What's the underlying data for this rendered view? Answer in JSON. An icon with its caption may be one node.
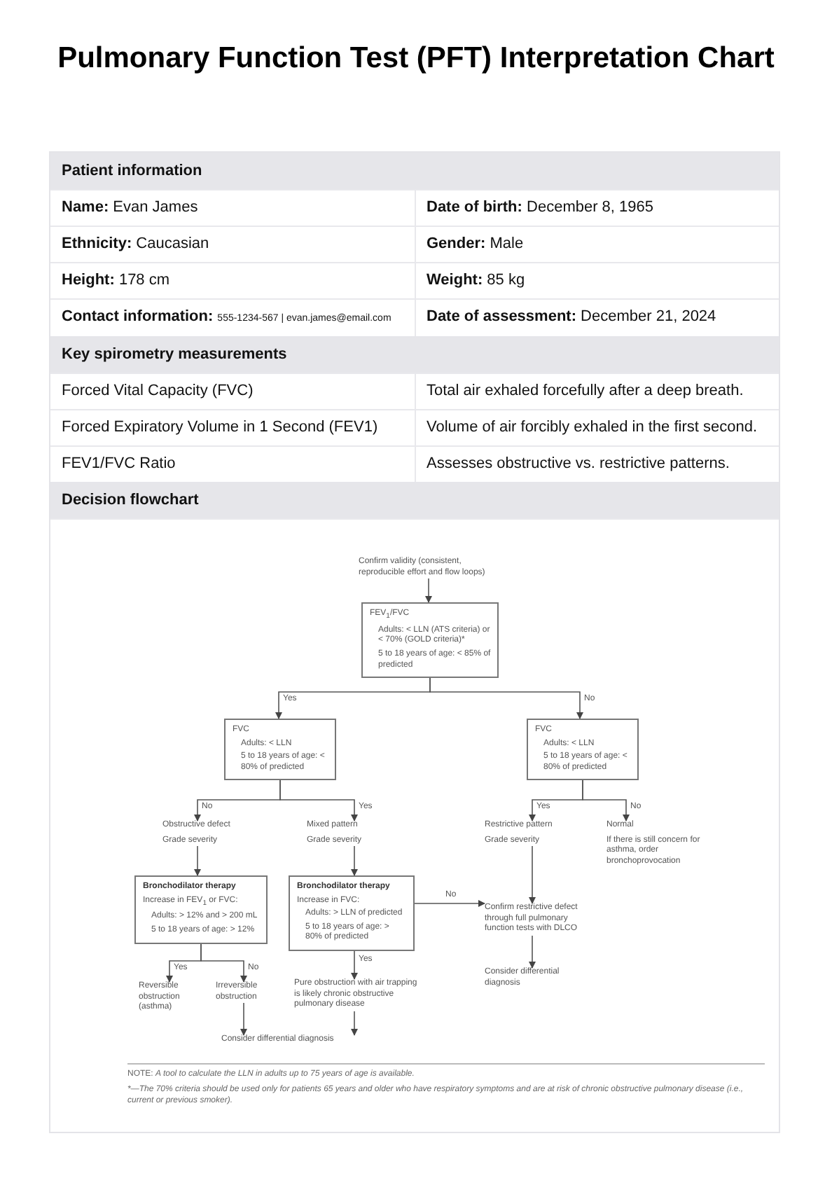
{
  "diagram": {
    "title": "Pulmonary Function Test (PFT) Interpretation Chart",
    "nodes": [
      {
        "text": [
          "Confirm validity (consistent, reproducible effort and flow loops)"
        ]
      },
      {
        "text": [
          "FEV$_{1}$/FVC",
          "Adults: < LLN (ATS criteria) or < 70% (GOLD criteria)*",
          "5 to 18 years of age: < 85% of predicted"
        ]
      },
      {
        "text": [
          "FVC",
          "Adults: < LLN",
          "5 to 18 years of age: < 80% of predicted"
        ]
      },
      {
        "text": [
          "FVC",
          "Adults: < LLN",
          "5 to 18 years of age: < 80% of predicted"
        ]
      },
      {
        "text": [
          "Obstructive defect",
          "Grade severity"
        ]
      },
      {
        "text": [
          "Mixed pattern",
          "Grade severity"
        ]
      },
      {
        "text": [
          "Restrictive pattern",
          "Grade severity"
        ]
      },
      {
        "text": [
          "Normal",
          "If there is still concern for asthma, order bronchoprovocation"
        ]
      },
      {
        "text": [
          "Bronchodilator therapy",
          "Increase in FEV$_{1}$ or FVC:",
          "Adults: > 12% and > 200 mL",
          "5 to 18 years of age: > 12%"
        ]
      },
      {
        "text": [
          "Bronchodilator therapy",
          "Increase in FVC:",
          "Adults: > LLN of predicted",
          "5 to 18 years of age: > 80% of predicted"
        ]
      },
      {
        "text": [
          "Confirm restrictive defect through full pulmonary function tests with DLCO"
        ]
      },
      {
        "text": [
          "Consider differential diagnosis"
        ]
      },
      {
        "text": [
          "Reversible obstruction (asthma)"
        ]
      },
      {
        "text": [
          "Irreversible obstruction"
        ]
      },
      {
        "text": [
          "Pure obstruction with air trapping is likely chronic obstructive pulmonary disease"
        ]
      },
      {
        "text": [
          "Consider differential diagnosis"
        ]
      }
    ],
    "edges": [
      {
        "from": 0,
        "to": 1,
        "arrow": "to"
      },
      {
        "from": 1,
        "to": 2,
        "arrow": "to",
        "label": "Yes"
      },
      {
        "from": 1,
        "to": 3,
        "arrow": "to",
        "label": "No"
      },
      {
        "from": 2,
        "to": 4,
        "arrow": "to",
        "label": "No"
      },
      {
        "from": 2,
        "to": 5,
        "arrow": "to",
        "label": "Yes"
      },
      {
        "from": 3,
        "to": 6,
        "arrow": "to",
        "label": "Yes"
      },
      {
        "from": 3,
        "to": 7,
        "arrow": "to",
        "label": "No"
      },
      {
        "from": 4,
        "to": 8,
        "arrow": "to"
      },
      {
        "from": 5,
        "to": 9,
        "arrow": "to"
      },
      {
        "from": 6,
        "to": 10,
        "arrow": "to"
      },
      {
        "from": 9,
        "to": 10,
        "arrow": "to",
        "label": "No"
      },
      {
        "from": 10,
        "to": 11,
        "arrow": "to"
      },
      {
        "from": 8,
        "to": 12,
        "arrow": "to",
        "label": "Yes"
      },
      {
        "from": 8,
        "to": 13,
        "arrow": "to",
        "label": "No"
      },
      {
        "from": 9,
        "to": 14,
        "arrow": "to",
        "label": "Yes"
      },
      {
        "from": 13,
        "to": 15,
        "arrow": "to"
      },
      {
        "from": 14,
        "to": 15,
        "arrow": "to"
      }
    ],
    "labels": [
      "Patient information",
      "**Name:** Evan James",
      "**Date of birth:** December 8, 1965",
      "**Ethnicity:** Caucasian",
      "**Gender:** Male",
      "**Height:** 178 cm",
      "**Weight:** 85 kg",
      "Contact information:",
      "555-1234-567 | evan.james@email.com",
      "**Date of assessment:** December 21, 2024",
      "Key spirometry measurements",
      "Forced Vital Capacity (FVC)",
      "Total air exhaled forcefully after a deep breath.",
      "Forced Expiratory Volume in 1 Second (FEV1)",
      "Volume of air forcibly exhaled in the first second.",
      "FEV1/FVC Ratio",
      "Assesses obstructive vs. restrictive patterns.",
      "Decision flowchart",
      "NOTE: *A tool to calculate the LLN in adults up to 75 years of age is available.*",
      "*—The 70% criteria should be used only for patients 65 years and older who have respiratory symptoms and are at risk of chronic obstructive pulmonary disease (i.e., current or previous smoker)."
    ]
  }
}
